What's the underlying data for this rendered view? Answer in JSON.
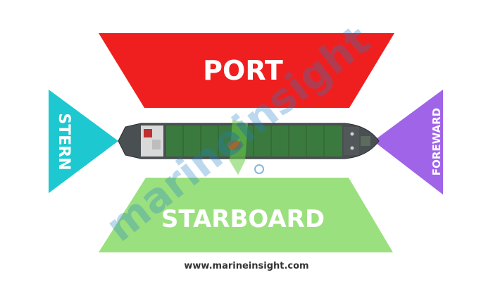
{
  "labels": {
    "port": "PORT",
    "starboard": "STARBOARD",
    "stern": "STERN",
    "foreward": "FOREWARD"
  },
  "footer": {
    "url": "www.marineinsight.com"
  },
  "colors": {
    "port": "#f01f1f",
    "starboard": "#9be07e",
    "stern": "#1ec8d0",
    "foreward": "#a064e8",
    "hull": "#4a4f52",
    "deck": "#3b7a3e",
    "watermark": "#1e7fc8"
  },
  "icons": {
    "ship": "cargo-ship-top-view",
    "logo": "marine-insight-watermark"
  },
  "watermark": {
    "text": "marineinsight"
  }
}
